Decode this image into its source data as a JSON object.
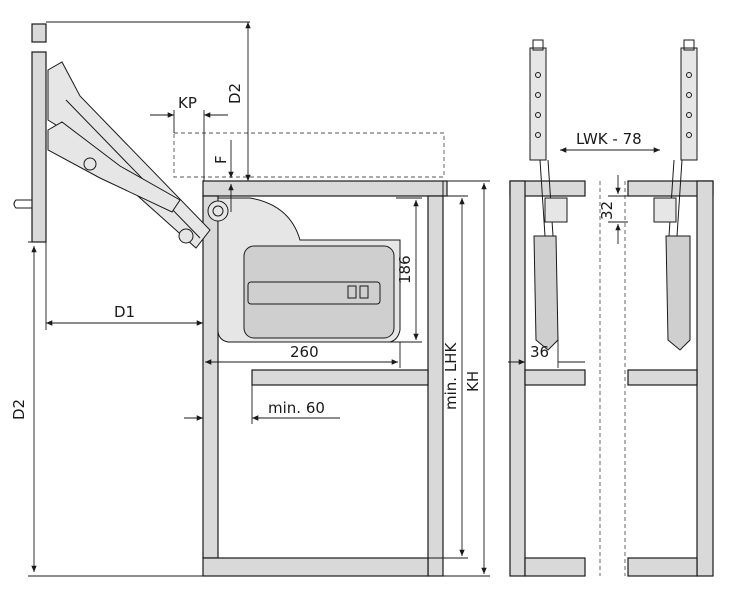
{
  "labels": {
    "kp": "KP",
    "d2_top": "D2",
    "f": "F",
    "d1": "D1",
    "d2_left": "D2",
    "h186": "186",
    "w260": "260",
    "min60": "min. 60",
    "min_lhk": "min. LHK",
    "kh": "KH",
    "lwk": "LWK - 78",
    "v32": "32",
    "v36": "36"
  },
  "colors": {
    "panel": "#d9d9d9",
    "ink": "#1a1a1a"
  }
}
